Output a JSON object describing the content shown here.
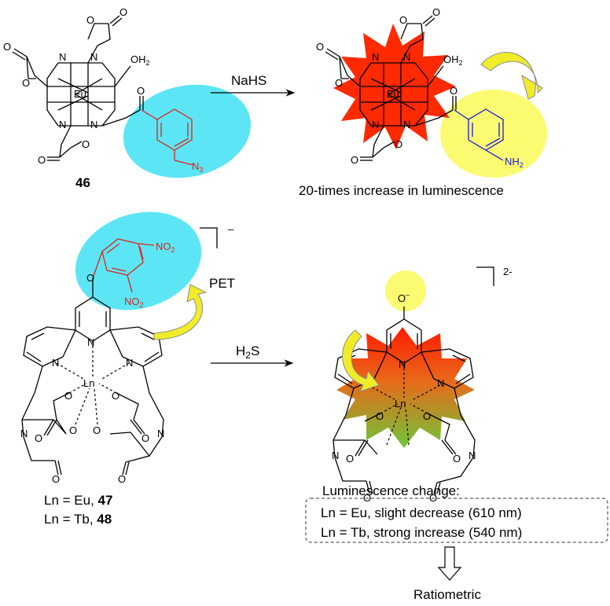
{
  "compound_46": {
    "label": "46",
    "metal": "Eu",
    "aqua": "OH",
    "aqua_sub": "2",
    "azide": "N",
    "azide_sub": "3"
  },
  "product_top": {
    "metal": "Eu",
    "aqua": "OH",
    "aqua_sub": "2",
    "amine": "NH",
    "amine_sub": "2"
  },
  "reaction_top": {
    "reagent": "NaHS",
    "result_text": "20-times increase in luminescence"
  },
  "compound_47_48": {
    "metal": "Ln",
    "nitro_1": "NO",
    "nitro_1_sub": "2",
    "nitro_2": "NO",
    "nitro_2_sub": "2",
    "charge": "–",
    "pet_label": "PET",
    "legend_eu": "Ln = Eu, ",
    "legend_eu_num": "47",
    "legend_tb": "Ln = Tb, ",
    "legend_tb_num": "48"
  },
  "reaction_bottom": {
    "reagent": "H",
    "reagent_sub": "2",
    "reagent_tail": "S"
  },
  "product_bottom": {
    "metal": "Ln",
    "oxide": "O",
    "oxide_charge": "–",
    "charge": "2-",
    "change_title": "Luminescence change:",
    "change_eu": "Ln = Eu, slight decrease (610 nm)",
    "change_tb": "Ln = Tb, strong increase (540 nm)",
    "conclusion": "Ratiometric"
  },
  "colors": {
    "cyan_highlight": "#5ce6f5",
    "yellow_highlight": "#fbfb72",
    "red_burst": "#ff2a00",
    "green_burst": "#7cc23b",
    "arrow_yellow": "#f0ec2a",
    "red_atoms": "#e0201b",
    "blue_atoms": "#1a1ad6"
  }
}
